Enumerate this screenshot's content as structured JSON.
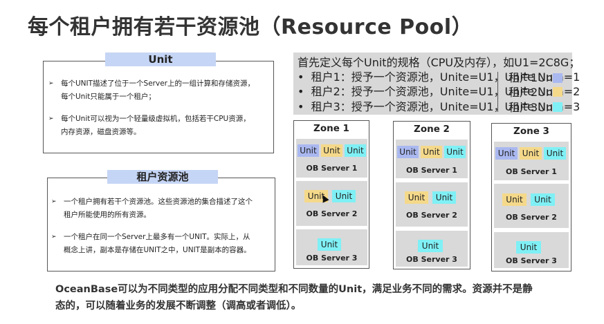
{
  "title": "每个租户拥有若干资源池（Resource Pool）",
  "unit_box": {
    "header": "Unit",
    "bullets": [
      [
        "每个UNIT描述了位于一个Server上的一组计算和存储资源，",
        "每个Unit只能属于一个租户；"
      ],
      [
        "每个Unit可以视为一个轻量级虚拟机，包括若干CPU资源，",
        "内存资源，磁盘资源等。"
      ]
    ]
  },
  "pool_box": {
    "header": "租户资源池",
    "bullets": [
      [
        "一个租户拥有若干个资源池。这些资源池的集合描述了这个",
        "租户所能使用的所有资源。"
      ],
      [
        "一个租户在同一个Server上最多有一个UNIT。实际上，从",
        "概念上讲，副本是存储在UNIT之中，UNIT是副本的容器。"
      ]
    ]
  },
  "legend": {
    "intro": "首先定义每个Unit的规格（CPU及内存），如U1=2C8G；",
    "tenants": [
      "租户1：授予一个资源池，Unite=U1，Unite Num=1",
      "租户2：授予一个资源池，Unite=U1，Unite Num=2",
      "租户3：授予一个资源池，Unite=U1，Unite Num=3"
    ],
    "keys": [
      {
        "label": "租户1Unit",
        "color": "#aab8f0"
      },
      {
        "label": "租户2Unit",
        "color": "#f5d98a"
      },
      {
        "label": "租户3Unit",
        "color": "#7ff0f5"
      }
    ]
  },
  "colors": {
    "tenant1": "#aab8f0",
    "tenant2": "#f5d98a",
    "tenant3": "#7ff0f5"
  },
  "zones": [
    {
      "name": "Zone 1",
      "servers": [
        {
          "label": "OB Server 1",
          "units": [
            "Unit",
            "Unit",
            "Unit"
          ]
        },
        {
          "label": "OB Server 2",
          "units": [
            "Unit",
            "Unit"
          ]
        },
        {
          "label": "OB Server 3",
          "units": [
            "Unit"
          ]
        }
      ]
    },
    {
      "name": "Zone 2",
      "servers": [
        {
          "label": "OB Server 1",
          "units": [
            "Unit",
            "Unit",
            "Unit"
          ]
        },
        {
          "label": "OB Server 2",
          "units": [
            "Unit",
            "Unit"
          ]
        },
        {
          "label": "OB Server 3",
          "units": [
            "Unit"
          ]
        }
      ]
    },
    {
      "name": "Zone 3",
      "servers": [
        {
          "label": "OB Server 1",
          "units": [
            "Unit",
            "Unit",
            "Unit"
          ]
        },
        {
          "label": "OB Server 2",
          "units": [
            "Unit",
            "Unit"
          ]
        },
        {
          "label": "OB Server 3",
          "units": [
            "Unit"
          ]
        }
      ]
    }
  ],
  "footer": {
    "lines": [
      "OceanBase可以为不同类型的应用分配不同类型和不同数量的Unit，满足业务不同的需求。资源并不是静",
      "态的，可以随着业务的发展不断调整（调高或者调低）。"
    ]
  }
}
